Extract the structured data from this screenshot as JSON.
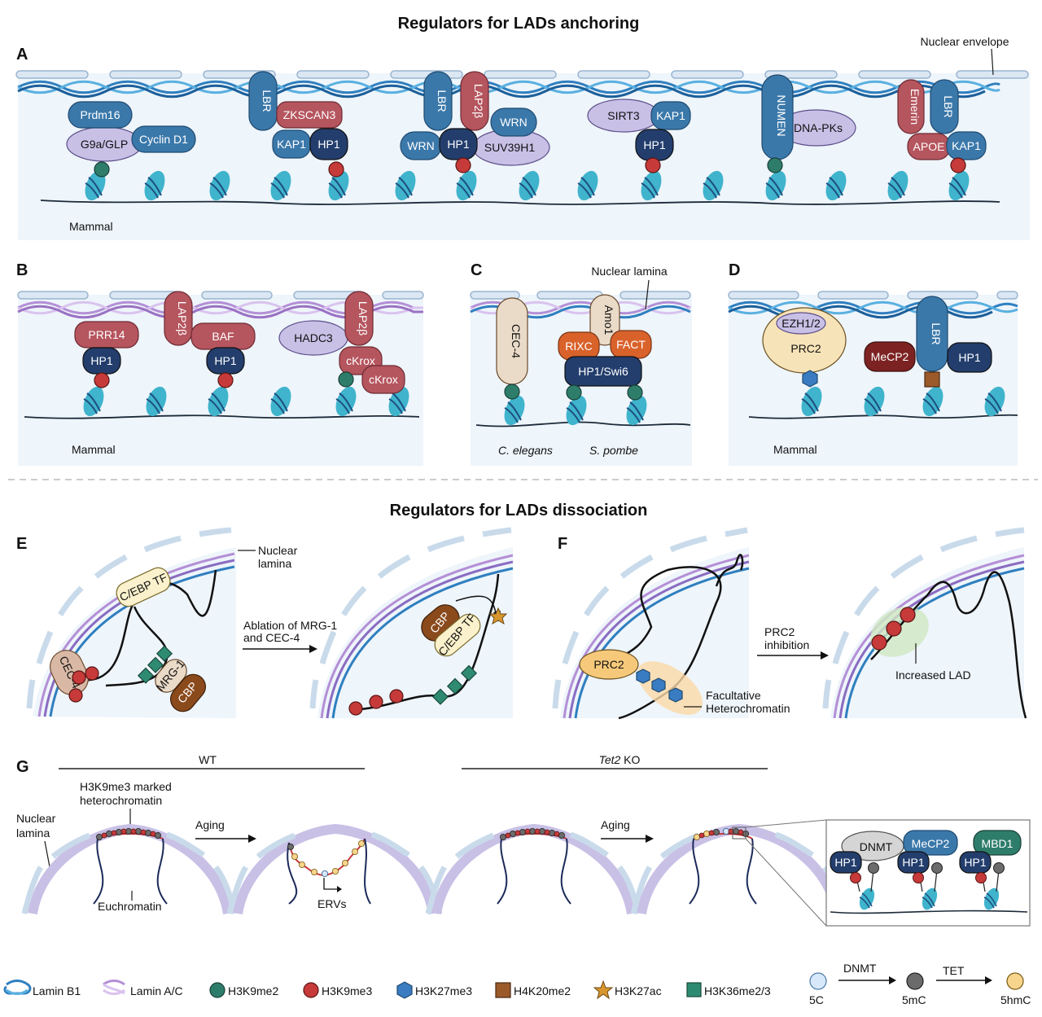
{
  "titles": {
    "anchoring": "Regulators for LADs anchoring",
    "dissociation": "Regulators for LADs dissociation"
  },
  "panels": {
    "A": {
      "letter": "A",
      "organism": "Mammal",
      "nuclear_envelope": "Nuclear envelope",
      "proteins": {
        "prdm16": "Prdm16",
        "g9a": "G9a/GLP",
        "cyclind1": "Cyclin D1",
        "lbr1": "LBR",
        "zkscan3": "ZKSCAN3",
        "kap1a": "KAP1",
        "hp1a": "HP1",
        "lbr2": "LBR",
        "lap2b": "LAP2β",
        "wrn1": "WRN",
        "wrn2": "WRN",
        "hp1b": "HP1",
        "suv39h1": "SUV39H1",
        "sirt3": "SIRT3",
        "kap1b": "KAP1",
        "hp1c": "HP1",
        "numen": "NUMEN",
        "dnapks": "DNA-PKs",
        "emerin": "Emerin",
        "lbr3": "LBR",
        "apoe": "APOE",
        "kap1c": "KAP1"
      }
    },
    "B": {
      "letter": "B",
      "organism": "Mammal",
      "proteins": {
        "prr14": "PRR14",
        "hp1a": "HP1",
        "lap2b1": "LAP2β",
        "baf": "BAF",
        "hp1b": "HP1",
        "hadc3": "HADC3",
        "lap2b2": "LAP2β",
        "ckrox1": "cKrox",
        "ckrox2": "cKrox"
      }
    },
    "C": {
      "letter": "C",
      "nuclear_lamina": "Nuclear lamina",
      "organism1": "C. elegans",
      "organism2": "S. pombe",
      "proteins": {
        "cec4": "CEC-4",
        "amo1": "Amo1",
        "rixc": "RIXC",
        "fact": "FACT",
        "hp1swi6": "HP1/Swi6"
      }
    },
    "D": {
      "letter": "D",
      "organism": "Mammal",
      "proteins": {
        "ezh": "EZH1/2",
        "prc2": "PRC2",
        "mecp2": "MeCP2",
        "lbr": "LBR",
        "hp1": "HP1"
      }
    },
    "E": {
      "letter": "E",
      "nuclear_lamina_1": "Nuclear",
      "nuclear_lamina_2": "lamina",
      "arrow_1": "Ablation of MRG-1",
      "arrow_2": "and CEC-4",
      "proteins": {
        "cebp": "C/EBP TF",
        "cec4": "CEC-4",
        "mrg1": "MRG-1",
        "cbp": "CBP",
        "cbp2": "CBP",
        "cebp2": "C/EBP TF"
      }
    },
    "F": {
      "letter": "F",
      "arrow_1": "PRC2",
      "arrow_2": "inhibition",
      "prc2": "PRC2",
      "facultative_1": "Facultative",
      "facultative_2": "Heterochromatin",
      "increased": "Increased LAD"
    },
    "G": {
      "letter": "G",
      "wt": "WT",
      "ko_gene": "Tet2",
      "ko_suffix": " KO",
      "h3k9me3_1": "H3K9me3 marked",
      "h3k9me3_2": "heterochromatin",
      "lamina_1": "Nuclear",
      "lamina_2": "lamina",
      "aging1": "Aging",
      "aging2": "Aging",
      "euchromatin": "Euchromatin",
      "ervs": "ERVs",
      "inset": {
        "dnmt": "DNMT",
        "mecp2": "MeCP2",
        "mbd1": "MBD1",
        "hp1a": "HP1",
        "hp1b": "HP1",
        "hp1c": "HP1"
      }
    }
  },
  "legend": {
    "lamin_b1": "Lamin B1",
    "lamin_ac": "Lamin A/C",
    "h3k9me2": "H3K9me2",
    "h3k9me3": "H3K9me3",
    "h3k27me3": "H3K27me3",
    "h4k20me2": "H4K20me2",
    "h3k27ac": "H3K27ac",
    "h3k36me23": "H3K36me2/3",
    "c5": "5C",
    "mc5": "5mC",
    "hmc5": "5hmC",
    "dnmt": "DNMT",
    "tet": "TET"
  },
  "colors": {
    "lamin_b1": "#2f7fbf",
    "lamin_ac": "#b48fd6",
    "h3k9me2": "#2e7d6b",
    "h3k9me3": "#c63a3a",
    "h3k27me3": "#3a7cc1",
    "h4k20me2": "#9c5a2a",
    "h3k27ac": "#d8962e",
    "h3k36me23": "#2e8b72",
    "nucleosome": "#3fb4cc",
    "panel_bg": "#eef5fb",
    "blue_protein": "#3b78aa",
    "navy_protein": "#233e6d",
    "red_protein": "#b5555e",
    "lilac_protein": "#c9c0e6",
    "beige_protein": "#eadbc8"
  }
}
